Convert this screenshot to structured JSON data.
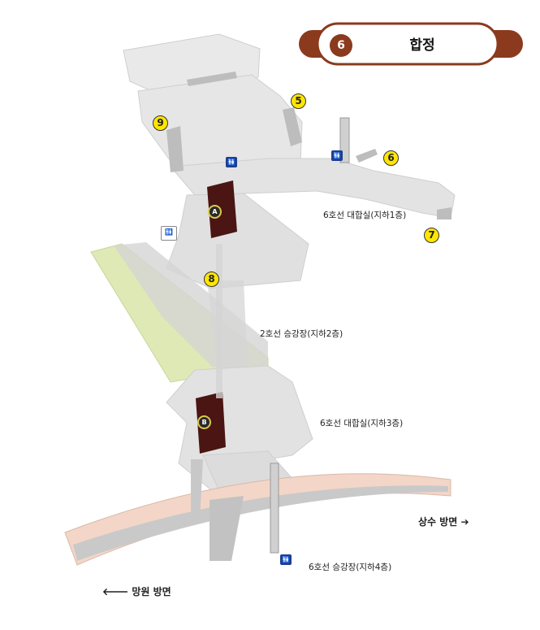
{
  "header": {
    "line_number": "6",
    "station_name": "합정",
    "line_color": "#8b3a1e"
  },
  "levels": {
    "b1": "6호선 대합실(지하1층)",
    "b2": "2호선 승강장(지하2층)",
    "b3": "6호선 대합실(지하3층)",
    "b4": "6호선 승강장(지하4층)"
  },
  "directions": {
    "east": "상수 방면 ➔",
    "west": "🡐 망원 방면"
  },
  "exits": [
    "5",
    "6",
    "7",
    "8",
    "9"
  ],
  "elevators": [
    "A",
    "B"
  ],
  "icons": {
    "restroom": "restroom-icon",
    "elevator": "elevator-icon",
    "exit": "exit-number-icon"
  },
  "colors": {
    "line2_platform": "#dfe9b5",
    "line6_track": "#f3d6c8",
    "concourse": "#e8e8e8",
    "elevator_body": "#4a1512"
  }
}
